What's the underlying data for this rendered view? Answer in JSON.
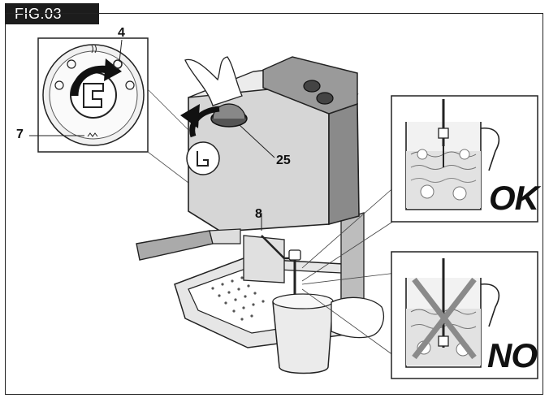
{
  "figure": {
    "label": "FIG.03"
  },
  "callouts": {
    "c4": "4",
    "c7": "7",
    "c25": "25",
    "c8": "8"
  },
  "verdicts": {
    "ok": "OK",
    "no": "NO"
  },
  "icons": [
    "steam-dial-icon",
    "espresso-machine-illustration",
    "milk-jug-ok-icon",
    "milk-jug-no-icon",
    "cross-mark-icon"
  ],
  "colors": {
    "line": "#222222",
    "body": "#d6d6d6",
    "dark": "#8a8a8a",
    "milk": "#e4e4e4"
  }
}
